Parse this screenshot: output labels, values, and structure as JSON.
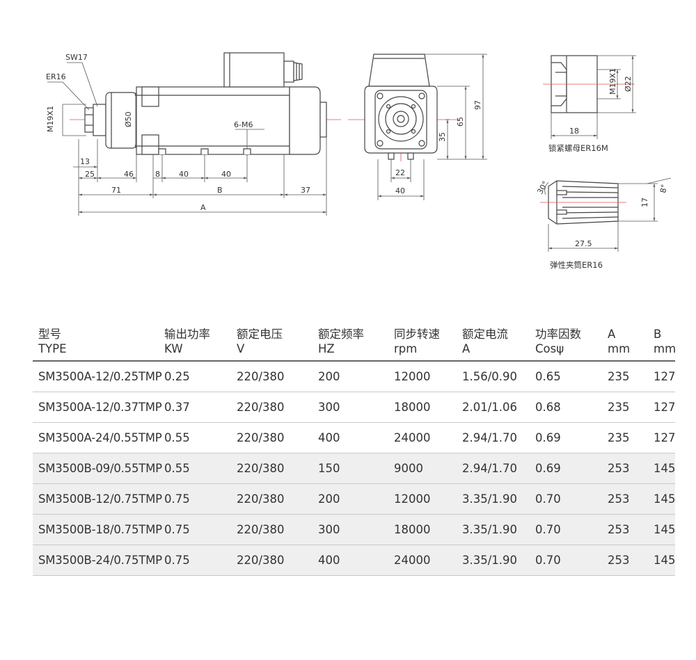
{
  "drawing": {
    "side_view": {
      "labels": {
        "sw": "SW17",
        "er": "ER16",
        "thread": "M19X1",
        "dia": "Ø50",
        "holes": "6-M6",
        "d13": "13",
        "d25": "25",
        "d46": "46",
        "d8": "8",
        "d40a": "40",
        "d40b": "40",
        "d71": "71",
        "dB": "B",
        "d37": "37",
        "dA": "A"
      }
    },
    "front_view": {
      "labels": {
        "d97": "97",
        "d65": "65",
        "d35": "35",
        "d22": "22",
        "d40": "40"
      }
    },
    "nut_view": {
      "labels": {
        "thread": "M19X1",
        "dia": "Ø22",
        "d18": "18",
        "caption": "锁紧螺母ER16M"
      }
    },
    "collet_view": {
      "labels": {
        "a30": "30°",
        "a8": "8°",
        "d17": "17",
        "d275": "27.5",
        "caption": "弹性夹筒ER16"
      }
    }
  },
  "table": {
    "headers": [
      {
        "cn": "型号",
        "en": "TYPE"
      },
      {
        "cn": "输出功率",
        "en": "KW"
      },
      {
        "cn": "额定电压",
        "en": "V"
      },
      {
        "cn": "额定频率",
        "en": "HZ"
      },
      {
        "cn": "同步转速",
        "en": "rpm"
      },
      {
        "cn": "额定电流",
        "en": "A"
      },
      {
        "cn": "功率因数",
        "en": "Cosψ"
      },
      {
        "cn": "A",
        "en": "mm"
      },
      {
        "cn": "B",
        "en": "mm"
      }
    ],
    "rows": [
      [
        "SM3500A-12/0.25TMP",
        "0.25",
        "220/380",
        "200",
        "12000",
        "1.56/0.90",
        "0.65",
        "235",
        "127"
      ],
      [
        "SM3500A-12/0.37TMP",
        "0.37",
        "220/380",
        "300",
        "18000",
        "2.01/1.06",
        "0.68",
        "235",
        "127"
      ],
      [
        "SM3500A-24/0.55TMP",
        "0.55",
        "220/380",
        "400",
        "24000",
        "2.94/1.70",
        "0.69",
        "235",
        "127"
      ],
      [
        "SM3500B-09/0.55TMP",
        "0.55",
        "220/380",
        "150",
        "9000",
        "2.94/1.70",
        "0.69",
        "253",
        "145"
      ],
      [
        "SM3500B-12/0.75TMP",
        "0.75",
        "220/380",
        "200",
        "12000",
        "3.35/1.90",
        "0.70",
        "253",
        "145"
      ],
      [
        "SM3500B-18/0.75TMP",
        "0.75",
        "220/380",
        "300",
        "18000",
        "3.35/1.90",
        "0.70",
        "253",
        "145"
      ],
      [
        "SM3500B-24/0.75TMP",
        "0.75",
        "220/380",
        "400",
        "24000",
        "3.35/1.90",
        "0.70",
        "253",
        "145"
      ]
    ]
  },
  "colors": {
    "line": "#444444",
    "dim": "#555555",
    "center": "#e05050",
    "row_alt": "#efefef"
  }
}
